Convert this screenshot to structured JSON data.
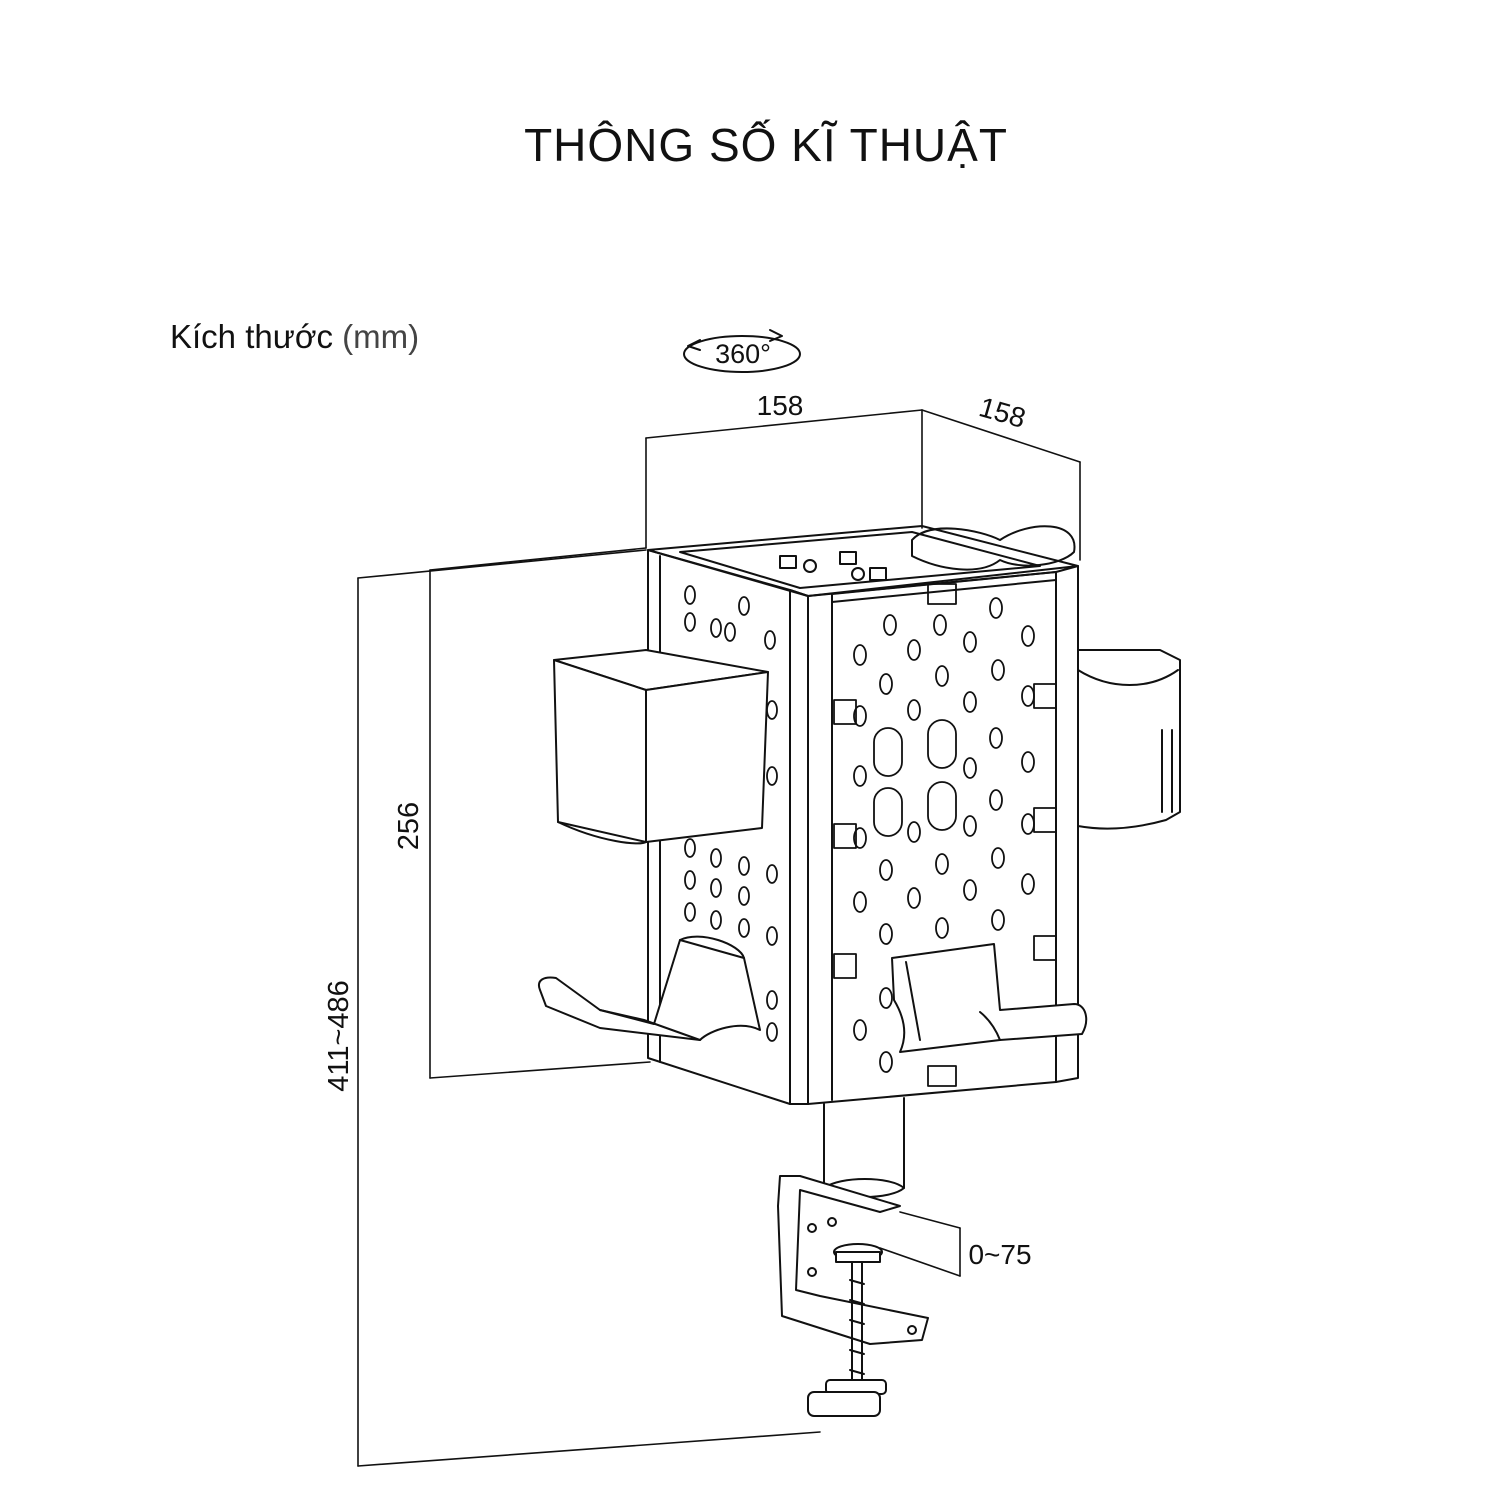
{
  "title": "THÔNG SỐ KĨ THUẬT",
  "subtitle": {
    "label": "Kích thước",
    "unit": "(mm)"
  },
  "rotation_label": "360°",
  "dimensions": {
    "width": "158",
    "depth": "158",
    "box_height": "256",
    "total_height": "411~486",
    "clamp_range": "0~75"
  }
}
